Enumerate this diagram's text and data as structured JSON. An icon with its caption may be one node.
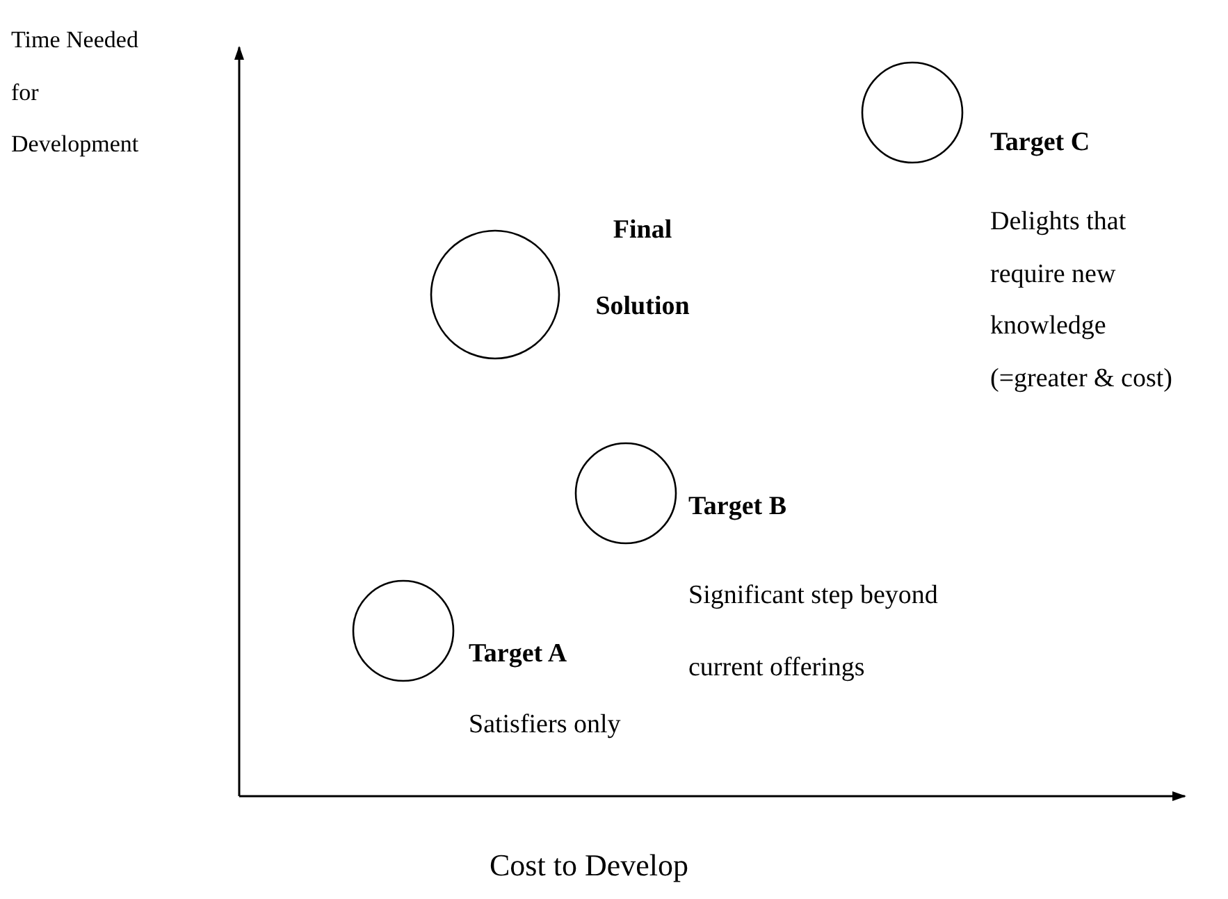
{
  "diagram": {
    "nodes": [
      {
        "text": [],
        "shape": "circle",
        "beside": [
          "Final Solution"
        ]
      },
      {
        "text": [],
        "shape": "circle",
        "beside": [
          "Target C",
          "Delights that require new knowledge (=greater & cost)"
        ]
      },
      {
        "text": [],
        "shape": "circle",
        "beside": [
          "Target B",
          "Significant step beyond current offerings"
        ]
      },
      {
        "text": [],
        "shape": "circle",
        "beside": [
          "Target A",
          "Satisfiers only"
        ]
      }
    ],
    "labels": [
      "Time Needed for Development",
      "Cost to Develop"
    ]
  }
}
